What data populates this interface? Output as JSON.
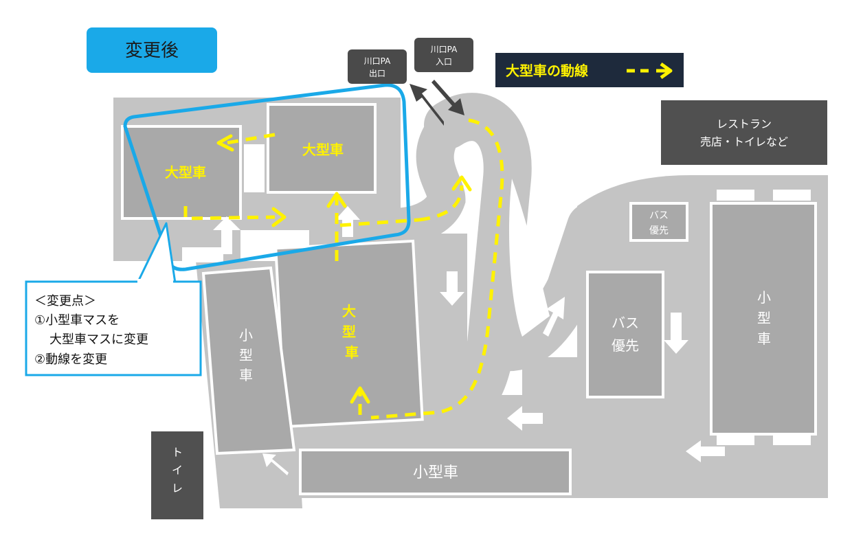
{
  "badge": {
    "text": "変更後",
    "color": "#1aa9e8"
  },
  "exit_label": {
    "line1": "川口PA",
    "line2": "出口"
  },
  "entry_label": {
    "line1": "川口PA",
    "line2": "入口"
  },
  "legend": {
    "text": "大型車の動線",
    "bg": "#1e2a3c",
    "route_color": "#fff200"
  },
  "restaurant": {
    "line1": "レストラン",
    "line2": "売店・トイレなど"
  },
  "lots": {
    "large_1": "大型車",
    "large_2": "大型車",
    "large_3": [
      "大",
      "型",
      "車"
    ],
    "small_left": [
      "小",
      "型",
      "車"
    ],
    "small_bottom": "小型車",
    "small_right": [
      "小",
      "型",
      "車"
    ],
    "bus_small": [
      "バス",
      "優先"
    ],
    "bus_main": [
      "バス",
      "優先"
    ],
    "toilet": [
      "ト",
      "イ",
      "レ"
    ]
  },
  "callout": {
    "title": "＜変更点＞",
    "line1": "①小型車マスを",
    "line2": "大型車マスに変更",
    "line3": "②動線を変更"
  },
  "colors": {
    "road": "#c3c3c3",
    "lot": "#a8a8a8",
    "dark_box": "#4a4a4a",
    "highlight": "#1aa9e8"
  }
}
